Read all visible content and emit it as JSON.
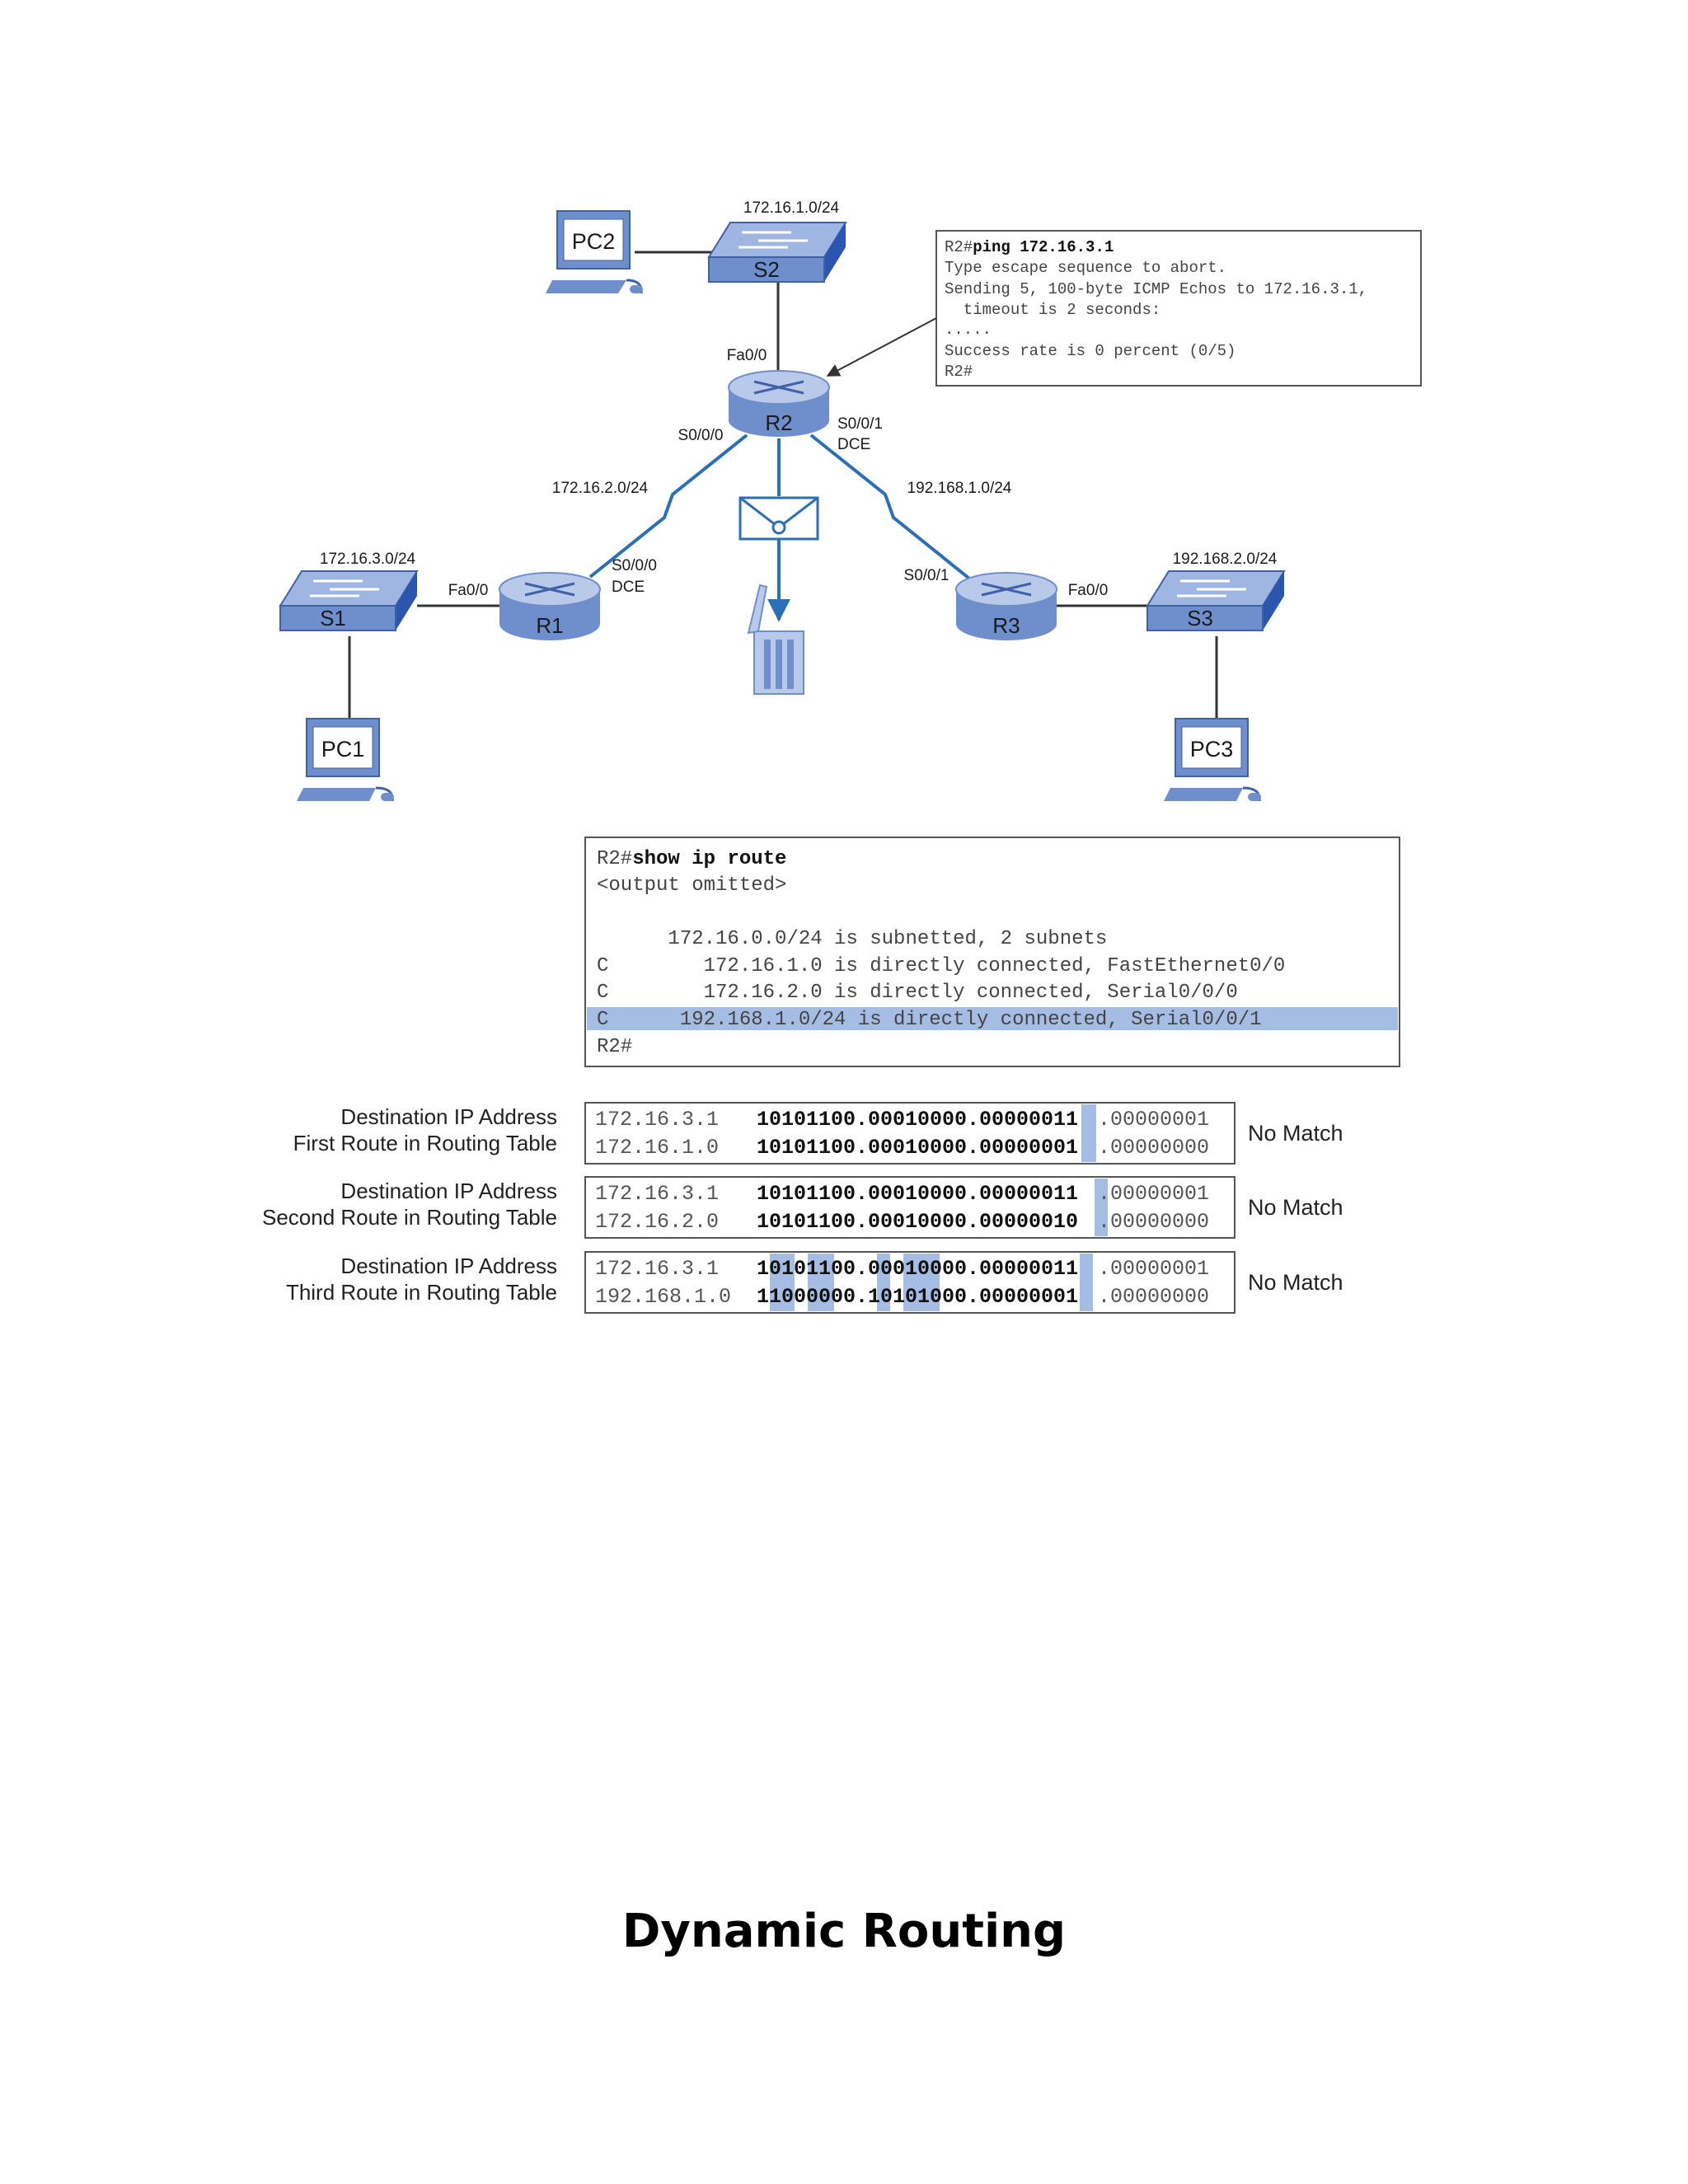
{
  "topology": {
    "devices": {
      "pc2": "PC2",
      "s2": "S2",
      "r2": "R2",
      "r1": "R1",
      "r3": "R3",
      "s1": "S1",
      "s3": "S3",
      "pc1": "PC1",
      "pc3": "PC3"
    },
    "networks": {
      "s2_net": "172.16.1.0/24",
      "r1_r2_net": "172.16.2.0/24",
      "r2_r3_net": "192.168.1.0/24",
      "s1_net": "172.16.3.0/24",
      "s3_net": "192.168.2.0/24"
    },
    "interfaces": {
      "r2_fa": "Fa0/0",
      "r2_s000": "S0/0/0",
      "r2_s001": "S0/0/1",
      "r2_s001_dce": "DCE",
      "r1_s000": "S0/0/0",
      "r1_dce": "DCE",
      "r1_fa": "Fa0/0",
      "r3_s001": "S0/0/1",
      "r3_fa": "Fa0/0"
    }
  },
  "ping_output": {
    "prompt": "R2#",
    "command": "ping 172.16.3.1",
    "lines": [
      "Type escape sequence to abort.",
      "Sending 5, 100-byte ICMP Echos to 172.16.3.1,",
      "  timeout is 2 seconds:",
      ".....",
      "Success rate is 0 percent (0/5)",
      "R2#"
    ]
  },
  "route_output": {
    "prompt": "R2#",
    "command": "show ip route",
    "omitted": "<output omitted>",
    "subnet_line": "      172.16.0.0/24 is subnetted, 2 subnets",
    "routes": [
      "C        172.16.1.0 is directly connected, FastEthernet0/0",
      "C        172.16.2.0 is directly connected, Serial0/0/0",
      "C      192.168.1.0/24 is directly connected, Serial0/0/1"
    ],
    "end_prompt": "R2#"
  },
  "comparisons": [
    {
      "label1": "Destination IP Address",
      "label2": "First Route in Routing Table",
      "ip1": "172.16.3.1",
      "bin1": "10101100.00010000.00000011",
      "tail1": ".00000001",
      "ip2": "172.16.1.0",
      "bin2": "10101100.00010000.00000001",
      "tail2": ".00000000",
      "result": "No Match"
    },
    {
      "label1": "Destination IP Address",
      "label2": "Second Route in Routing Table",
      "ip1": "172.16.3.1",
      "bin1": "10101100.00010000.00000011",
      "tail1": ".00000001",
      "ip2": "172.16.2.0",
      "bin2": "10101100.00010000.00000010",
      "tail2": ".00000000",
      "result": "No Match"
    },
    {
      "label1": "Destination IP Address",
      "label2": "Third Route in Routing Table",
      "ip1": "172.16.3.1",
      "bin1": "10101100.00010000.00000011",
      "tail1": ".00000001",
      "ip2": "192.168.1.0",
      "bin2": "11000000.10101000.00000001",
      "tail2": ".00000000",
      "result": "No Match"
    }
  ],
  "page_title": "Dynamic Routing",
  "colors": {
    "device_blue": "#6f8fcc",
    "device_dark": "#3f62a6",
    "link_blue": "#2a6fb8",
    "highlight": "#a6bde3"
  }
}
